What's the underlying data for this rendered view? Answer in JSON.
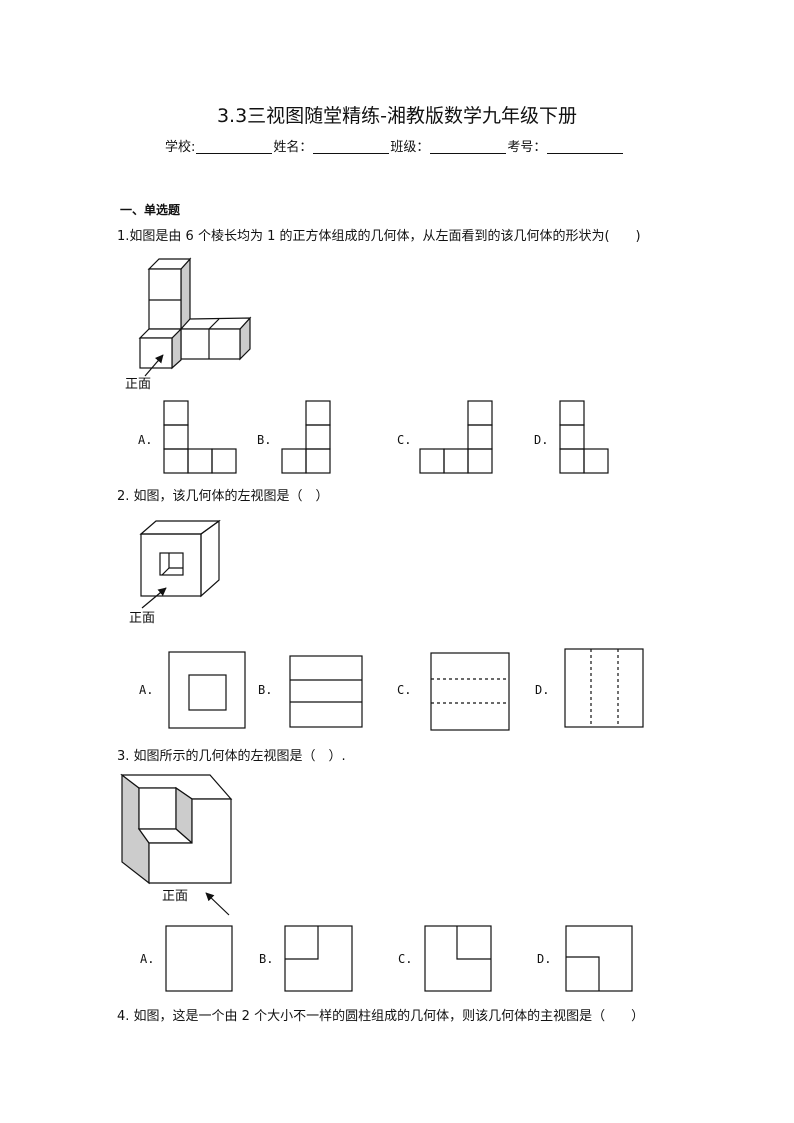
{
  "title": "3.3三视图随堂精练-湘教版数学九年级下册",
  "info": {
    "school": "学校:",
    "name": "姓名：",
    "class": "班级：",
    "exam_no": "考号："
  },
  "section": "一、单选题",
  "questions": [
    {
      "text": "1.如图是由 6 个棱长均为 1 的正方体组成的几何体，从左面看到的该几何体的形状为(　　)",
      "figure_label": "正面",
      "options": [
        "A.",
        "B.",
        "C.",
        "D."
      ]
    },
    {
      "text": "2. 如图，该几何体的左视图是（　）",
      "figure_label": "正面",
      "options": [
        "A.",
        "B.",
        "C.",
        "D."
      ]
    },
    {
      "text": "3. 如图所示的几何体的左视图是（　）.",
      "figure_label": "正面",
      "options": [
        "A.",
        "B.",
        "C.",
        "D."
      ]
    },
    {
      "text": "4. 如图，这是一个由 2 个大小不一样的圆柱组成的几何体，则该几何体的主视图是（　　）"
    }
  ]
}
